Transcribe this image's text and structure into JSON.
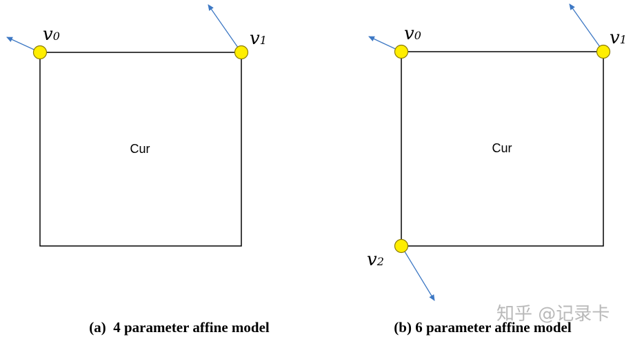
{
  "panel_a": {
    "block_label": "Cur",
    "v0": {
      "base": "v",
      "sub": "0"
    },
    "v1": {
      "base": "v",
      "sub": "1"
    },
    "caption": "(a)  4 parameter affine model"
  },
  "panel_b": {
    "block_label": "Cur",
    "v0": {
      "base": "v",
      "sub": "0"
    },
    "v1": {
      "base": "v",
      "sub": "1"
    },
    "v2": {
      "base": "v",
      "sub": "2"
    },
    "caption": "(b) 6 parameter affine model"
  },
  "watermark": "知乎 @记录卡",
  "colors": {
    "control_point_fill": "#ffee00",
    "control_point_stroke": "#8a7a00",
    "motion_vector": "#3d78c4",
    "block_border": "#000000"
  }
}
